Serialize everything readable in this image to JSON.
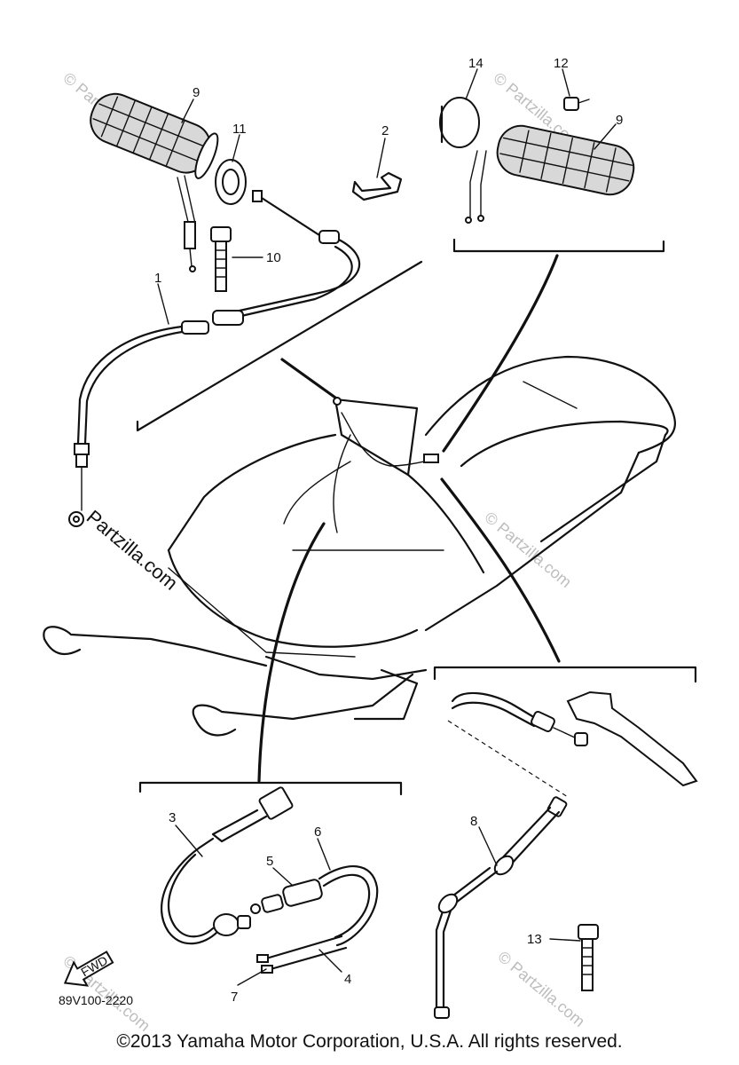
{
  "diagram": {
    "callouts": {
      "c1": "1",
      "c2": "2",
      "c3": "3",
      "c4": "4",
      "c5": "5",
      "c6": "6",
      "c7": "7",
      "c8": "8",
      "c9a": "9",
      "c9b": "9",
      "c10": "10",
      "c11": "11",
      "c12": "12",
      "c13": "13",
      "c14": "14"
    },
    "direction_label": "FWD",
    "diagram_code": "89V100-2220",
    "watermark": "Partzilla.com",
    "watermark_faint": "© Partzilla.com"
  },
  "footer": {
    "copyright": "©2013  Yamaha Motor Corporation, U.S.A. All rights reserved."
  }
}
